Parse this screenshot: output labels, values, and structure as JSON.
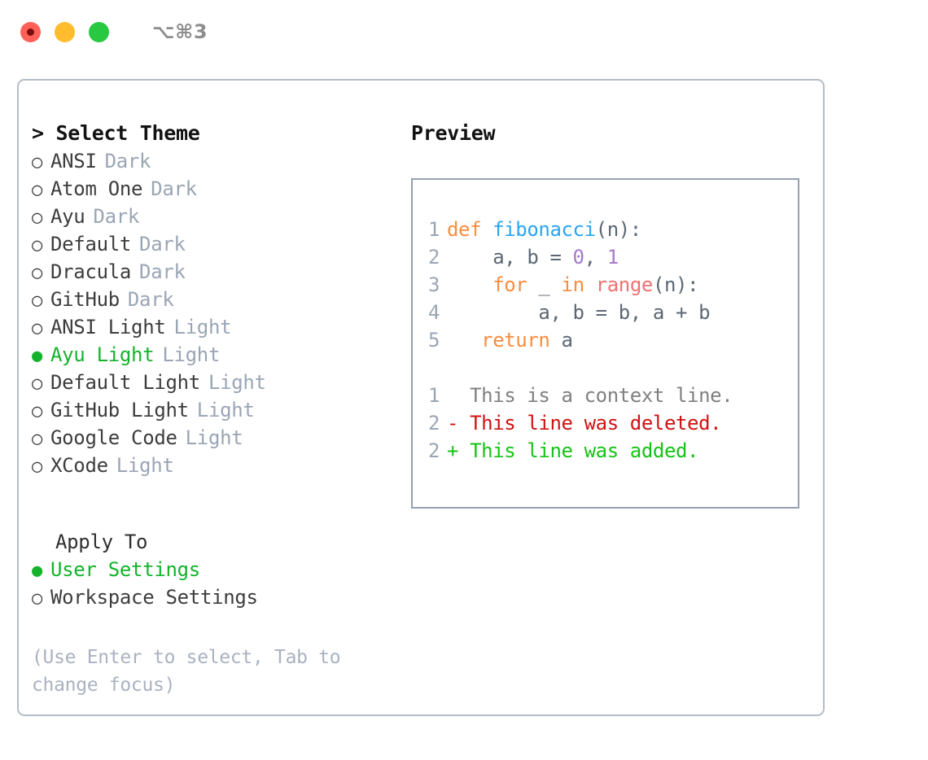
{
  "titlebar": {
    "shortcut": "⌥⌘3",
    "buttons": [
      {
        "name": "close",
        "color": "#ff6058"
      },
      {
        "name": "minimize",
        "color": "#ffbd2e"
      },
      {
        "name": "maximize",
        "color": "#28c840"
      }
    ]
  },
  "theme_section": {
    "header": "> Select Theme",
    "options": [
      {
        "bullet": "○",
        "name": "ANSI",
        "tag": "Dark",
        "selected": false
      },
      {
        "bullet": "○",
        "name": "Atom One",
        "tag": "Dark",
        "selected": false
      },
      {
        "bullet": "○",
        "name": "Ayu",
        "tag": "Dark",
        "selected": false
      },
      {
        "bullet": "○",
        "name": "Default",
        "tag": "Dark",
        "selected": false
      },
      {
        "bullet": "○",
        "name": "Dracula",
        "tag": "Dark",
        "selected": false
      },
      {
        "bullet": "○",
        "name": "GitHub",
        "tag": "Dark",
        "selected": false
      },
      {
        "bullet": "○",
        "name": "ANSI Light",
        "tag": "Light",
        "selected": false
      },
      {
        "bullet": "●",
        "name": "Ayu Light",
        "tag": "Light",
        "selected": true
      },
      {
        "bullet": "○",
        "name": "Default Light",
        "tag": "Light",
        "selected": false
      },
      {
        "bullet": "○",
        "name": "GitHub Light",
        "tag": "Light",
        "selected": false
      },
      {
        "bullet": "○",
        "name": "Google Code",
        "tag": "Light",
        "selected": false
      },
      {
        "bullet": "○",
        "name": "XCode",
        "tag": "Light",
        "selected": false
      }
    ]
  },
  "apply_section": {
    "header": "Apply To",
    "options": [
      {
        "bullet": "●",
        "name": "User Settings",
        "selected": true
      },
      {
        "bullet": "○",
        "name": "Workspace Settings",
        "selected": false
      }
    ]
  },
  "hint": "(Use Enter to select, Tab to change focus)",
  "preview": {
    "header": "Preview",
    "code_lines": [
      {
        "lineno": "1",
        "tokens": [
          {
            "text": "def ",
            "kind": "kw"
          },
          {
            "text": "fibonacci",
            "kind": "fn"
          },
          {
            "text": "(n):",
            "kind": "plain"
          }
        ]
      },
      {
        "lineno": "2",
        "tokens": [
          {
            "text": "    a, b = ",
            "kind": "plain"
          },
          {
            "text": "0",
            "kind": "num"
          },
          {
            "text": ", ",
            "kind": "plain"
          },
          {
            "text": "1",
            "kind": "num"
          }
        ]
      },
      {
        "lineno": "3",
        "tokens": [
          {
            "text": "    ",
            "kind": "plain"
          },
          {
            "text": "for",
            "kind": "kw"
          },
          {
            "text": " _ ",
            "kind": "plain"
          },
          {
            "text": "in",
            "kind": "kw"
          },
          {
            "text": " ",
            "kind": "plain"
          },
          {
            "text": "range",
            "kind": "built"
          },
          {
            "text": "(n):",
            "kind": "plain"
          }
        ]
      },
      {
        "lineno": "4",
        "tokens": [
          {
            "text": "        a, b = b, a + b",
            "kind": "plain"
          }
        ]
      },
      {
        "lineno": "5",
        "tokens": [
          {
            "text": "   ",
            "kind": "plain"
          },
          {
            "text": "return",
            "kind": "kw"
          },
          {
            "text": " a",
            "kind": "plain"
          }
        ]
      }
    ],
    "diff_lines": [
      {
        "lineno": "1",
        "marker": "  ",
        "text": "This is a context line.",
        "kind": "ctx"
      },
      {
        "lineno": "2",
        "marker": "- ",
        "text": "This line was deleted.",
        "kind": "del"
      },
      {
        "lineno": "2",
        "marker": "+ ",
        "text": "This line was added.",
        "kind": "add"
      }
    ]
  },
  "colors": {
    "accent_green": "#14b32c",
    "keyword_orange": "#fa8d3e",
    "function_blue": "#2aa5f0",
    "number_purple": "#a37acc",
    "builtin_red": "#f07171",
    "text_slate": "#5c6773",
    "muted_gray": "#9aa5b4",
    "diff_add": "#14c414",
    "diff_del": "#cf1212",
    "diff_ctx": "#808080",
    "border": "#b4bdc8"
  }
}
